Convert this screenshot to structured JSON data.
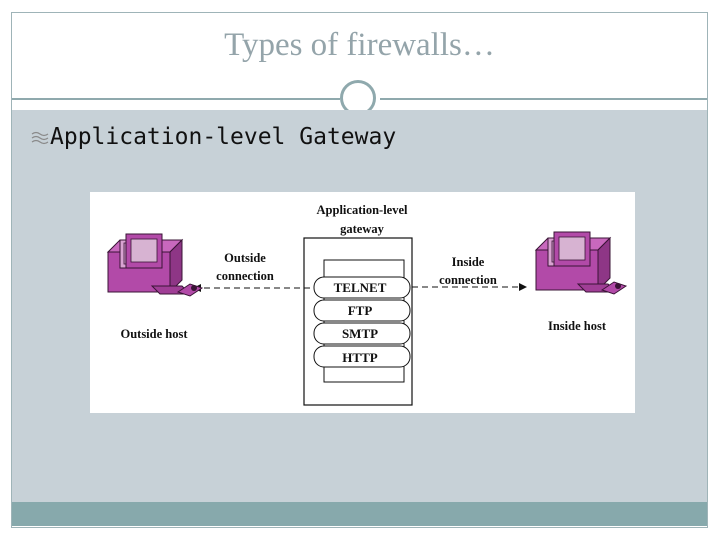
{
  "slide": {
    "title": "Types of firewalls…",
    "bullet": "Application-level Gateway"
  },
  "diagram": {
    "gateway_label_line1": "Application-level",
    "gateway_label_line2": "gateway",
    "protocols": [
      "TELNET",
      "FTP",
      "SMTP",
      "HTTP"
    ],
    "outside_connection_line1": "Outside",
    "outside_connection_line2": "connection",
    "inside_connection_line1": "Inside",
    "inside_connection_line2": "connection",
    "outside_host": "Outside host",
    "inside_host": "Inside host"
  },
  "colors": {
    "title": "#94a4aa",
    "accent": "#8fa9ad",
    "body_background": "#c7d1d7",
    "bottom_bar": "#87a9ac",
    "computer": "#b24aa8"
  },
  "icons": {
    "bullet": "wavy-bullet-icon",
    "host": "desktop-computer-icon"
  }
}
